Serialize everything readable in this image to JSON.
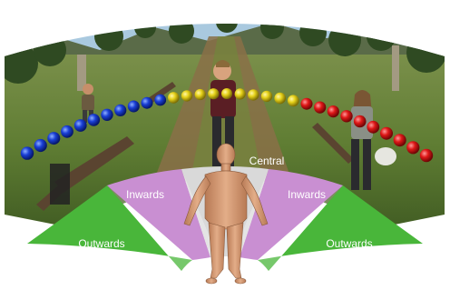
{
  "zones": {
    "central": "Central",
    "inwards_left": "Inwards",
    "inwards_right": "Inwards",
    "outwards_left": "Outwards",
    "outwards_right": "Outwards"
  },
  "colors": {
    "blue": "#1a3fd6",
    "yellow": "#e6d21a",
    "red": "#e01818",
    "zone_green": "#49b63a",
    "zone_purple": "#c98fd2",
    "zone_center": "#d9d9d9",
    "sky": "#a9c9df",
    "grass": "#5f7d33",
    "path": "#8a7048",
    "skin": "#dba27b"
  },
  "scene": {
    "avatar_count": 4,
    "spheres": {
      "blue": 11,
      "yellow": 10,
      "red": 10
    }
  }
}
